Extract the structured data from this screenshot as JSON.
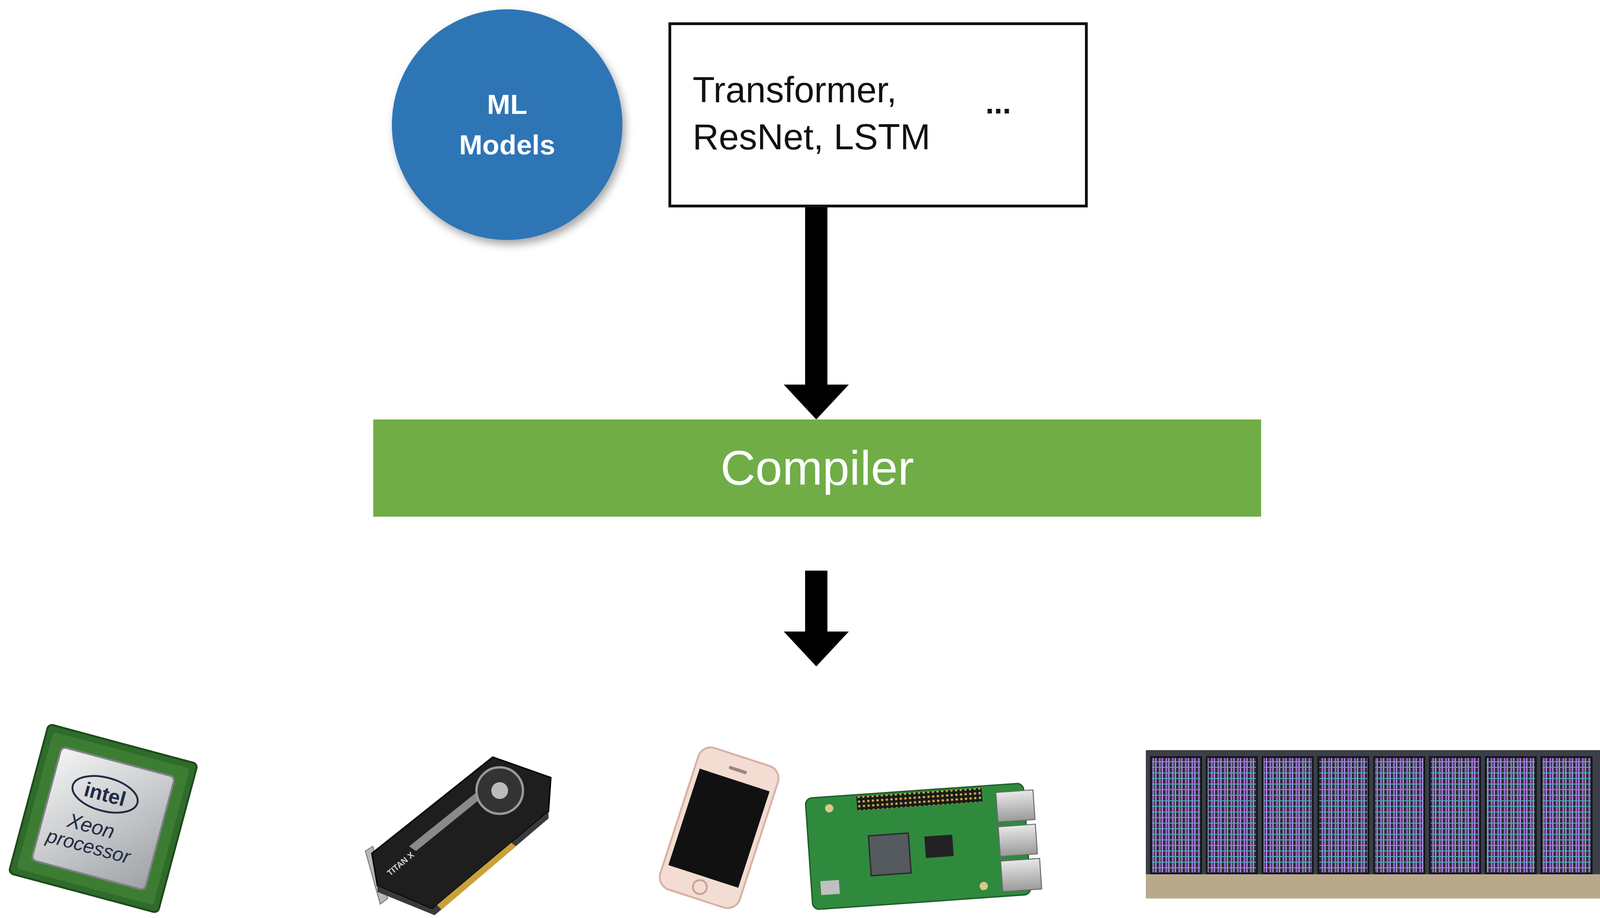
{
  "diagram": {
    "nodes": [
      {
        "text": [
          "ML Models"
        ]
      },
      {
        "text": [
          "Transformer, ResNet, LSTM",
          "..."
        ]
      },
      {
        "text": [
          "Compiler"
        ]
      }
    ],
    "edges": [
      {
        "from": 1,
        "to": 2,
        "arrow": "to"
      }
    ],
    "labels": [
      "intel",
      "Xeon",
      "processor",
      "TITAN X"
    ]
  }
}
